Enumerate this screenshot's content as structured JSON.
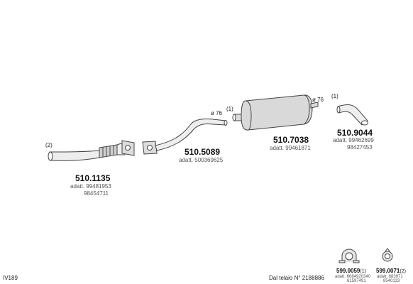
{
  "parts": [
    {
      "number": "510.1135",
      "note": "(2)",
      "refs": [
        "adatt. 99481953",
        "98454711"
      ]
    },
    {
      "number": "510.5089",
      "diameter": "ø 76",
      "refs": [
        "adatt. 500369625"
      ]
    },
    {
      "number": "510.7038",
      "note": "(1)",
      "diameter": "ø 76",
      "refs": [
        "adatt. 99461871"
      ]
    },
    {
      "number": "510.9044",
      "note": "(1)",
      "refs": [
        "adatt. 99462699",
        "98427453"
      ]
    }
  ],
  "accessories": [
    {
      "number": "599.0059",
      "note": "(1)",
      "refs": [
        "adatt. 6684920340",
        "61597491"
      ]
    },
    {
      "number": "599.0071",
      "note": "(2)",
      "refs": [
        "adatt. 883971",
        "8540133"
      ]
    }
  ],
  "footer": {
    "code": "IV189",
    "frame_note": "Dal telaio N° 2188886"
  },
  "colors": {
    "line": "#444444",
    "fill_light": "#e6e6e6",
    "fill_mid": "#cfcfcf"
  }
}
